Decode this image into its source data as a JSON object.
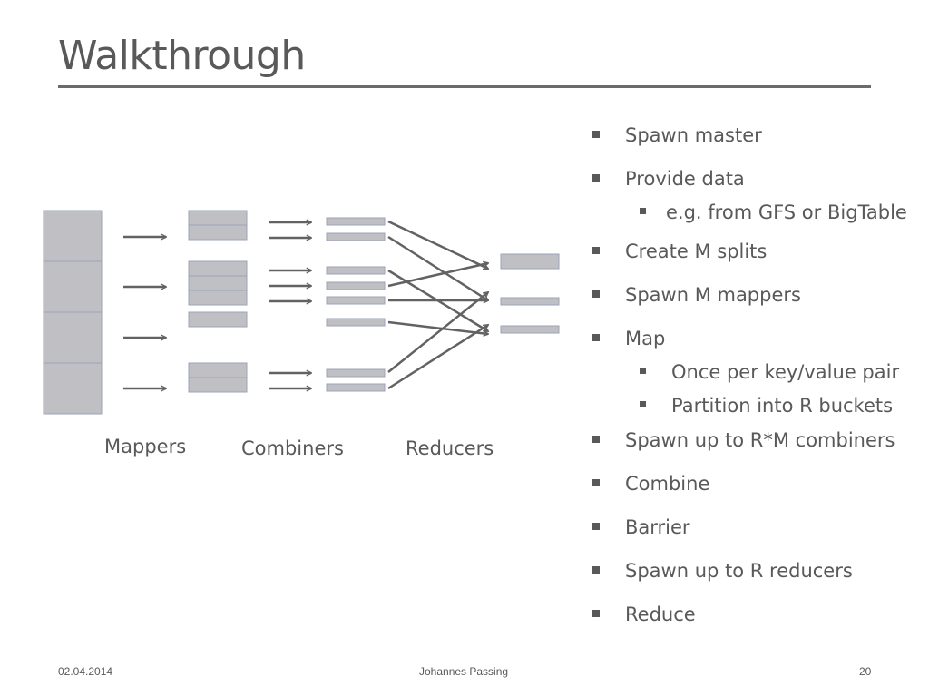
{
  "slide": {
    "title": "Walkthrough",
    "bullets": [
      {
        "level": 1,
        "text": "Spawn master"
      },
      {
        "level": 1,
        "text": "Provide data"
      },
      {
        "level": 2,
        "text": "e.g. from GFS or BigTable"
      },
      {
        "level": 1,
        "text": "Create M splits"
      },
      {
        "level": 1,
        "text": "Spawn M mappers"
      },
      {
        "level": 1,
        "text": "Map"
      },
      {
        "level": 2,
        "text": "Once per key/value pair"
      },
      {
        "level": 2,
        "text": "Partition into R buckets"
      },
      {
        "level": 1,
        "text": "Spawn up to R*M combiners"
      },
      {
        "level": 1,
        "text": "Combine"
      },
      {
        "level": 1,
        "text": "Barrier"
      },
      {
        "level": 1,
        "text": "Spawn up to R reducers"
      },
      {
        "level": 1,
        "text": "Reduce"
      }
    ]
  },
  "diagram": {
    "labels": {
      "mappers": "Mappers",
      "combiners": "Combiners",
      "reducers": "Reducers"
    },
    "colors": {
      "box_fill": "#c0c0c4",
      "box_stroke": "#9aa3b8",
      "arrow": "#626262"
    }
  },
  "footer": {
    "date": "02.04.2014",
    "author": "Johannes Passing",
    "page": "20"
  }
}
